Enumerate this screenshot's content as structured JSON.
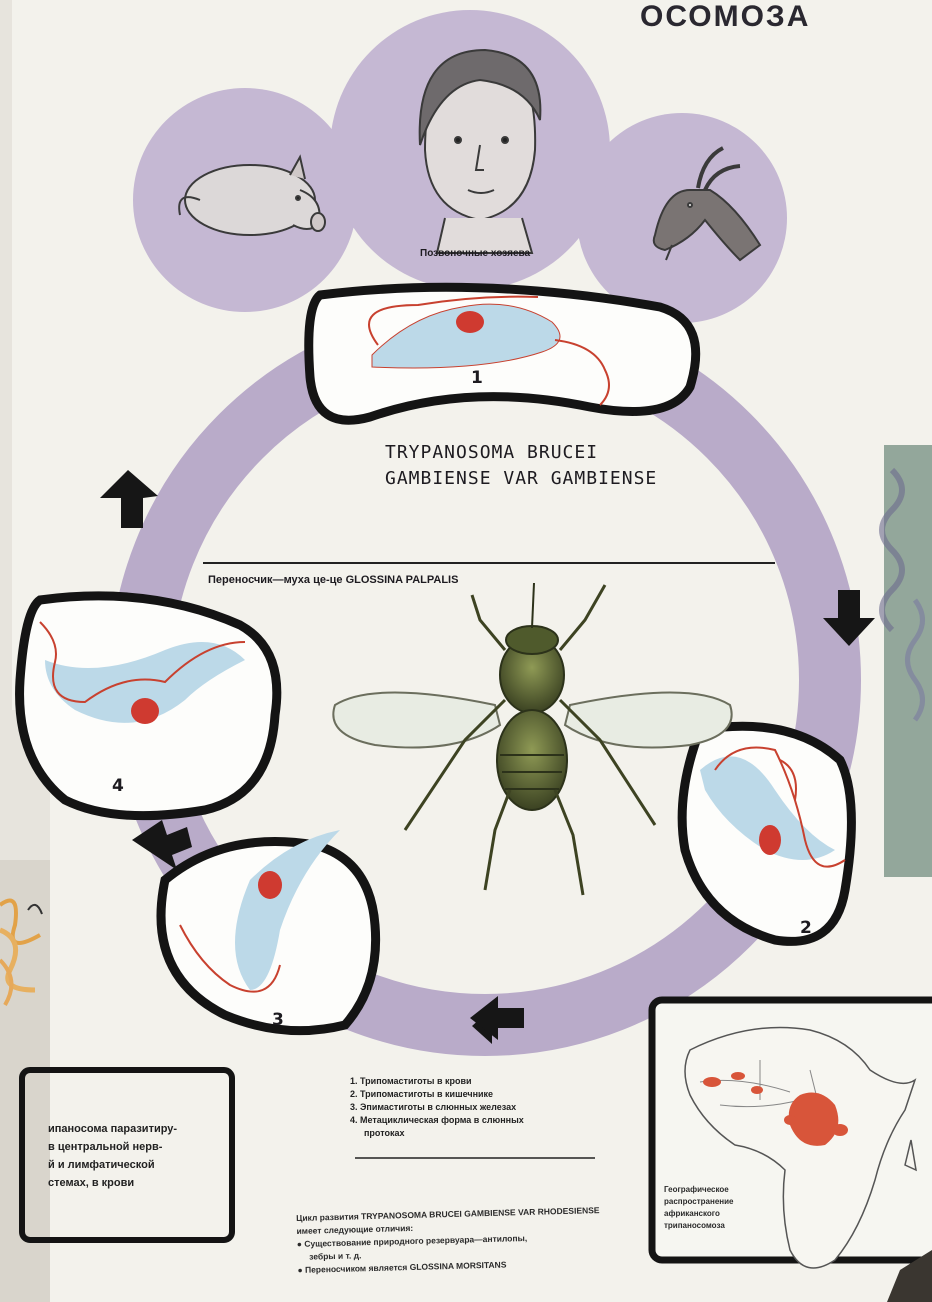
{
  "title": "ОСОМОЗА",
  "hosts_label": "Позвоночные хозяева",
  "organism": {
    "line1": "TRYPANOSOMA BRUCEI",
    "line2": "GAMBIENSE VAR GAMBIENSE"
  },
  "vector_label": "Переносчик—муха це-це GLOSSINA PALPALIS",
  "stage_numbers": [
    "1",
    "2",
    "3",
    "4"
  ],
  "legend": [
    "1. Трипомастиготы в крови",
    "2. Трипомастиготы в кишечнике",
    "3. Эпимастиготы в слюнных железах",
    "4. Метациклическая форма в слюнных",
    "протоках"
  ],
  "note": [
    "ипаносома паразитиру-",
    "в центральной нерв-",
    "й и лимфатической",
    "стемах, в крови"
  ],
  "footer": [
    "Цикл развития TRYPANOSOMA BRUCEI GAMBIENSE VAR RHODESIENSE",
    "имеет следующие отличия:",
    "● Существование природного резервуара—антилопы,",
    "зебры и т. д.",
    "● Переносчиком является GLOSSINA MORSITANS"
  ],
  "map_caption": [
    "Географическое",
    "распространение",
    "африканского",
    "трипаносомоза"
  ],
  "icons": [
    "pig-icon",
    "human-head-icon",
    "goat-icon",
    "tsetse-fly-icon",
    "arrow-icon",
    "africa-map-icon"
  ],
  "colors": {
    "ring": "#b9abc9",
    "host_circle": "#c3b6d1",
    "cell": "#bcd9e8",
    "nucleus": "#cf3a30",
    "flagellum": "#c8412f",
    "outline": "#141414",
    "endemic": "#d8553a"
  }
}
